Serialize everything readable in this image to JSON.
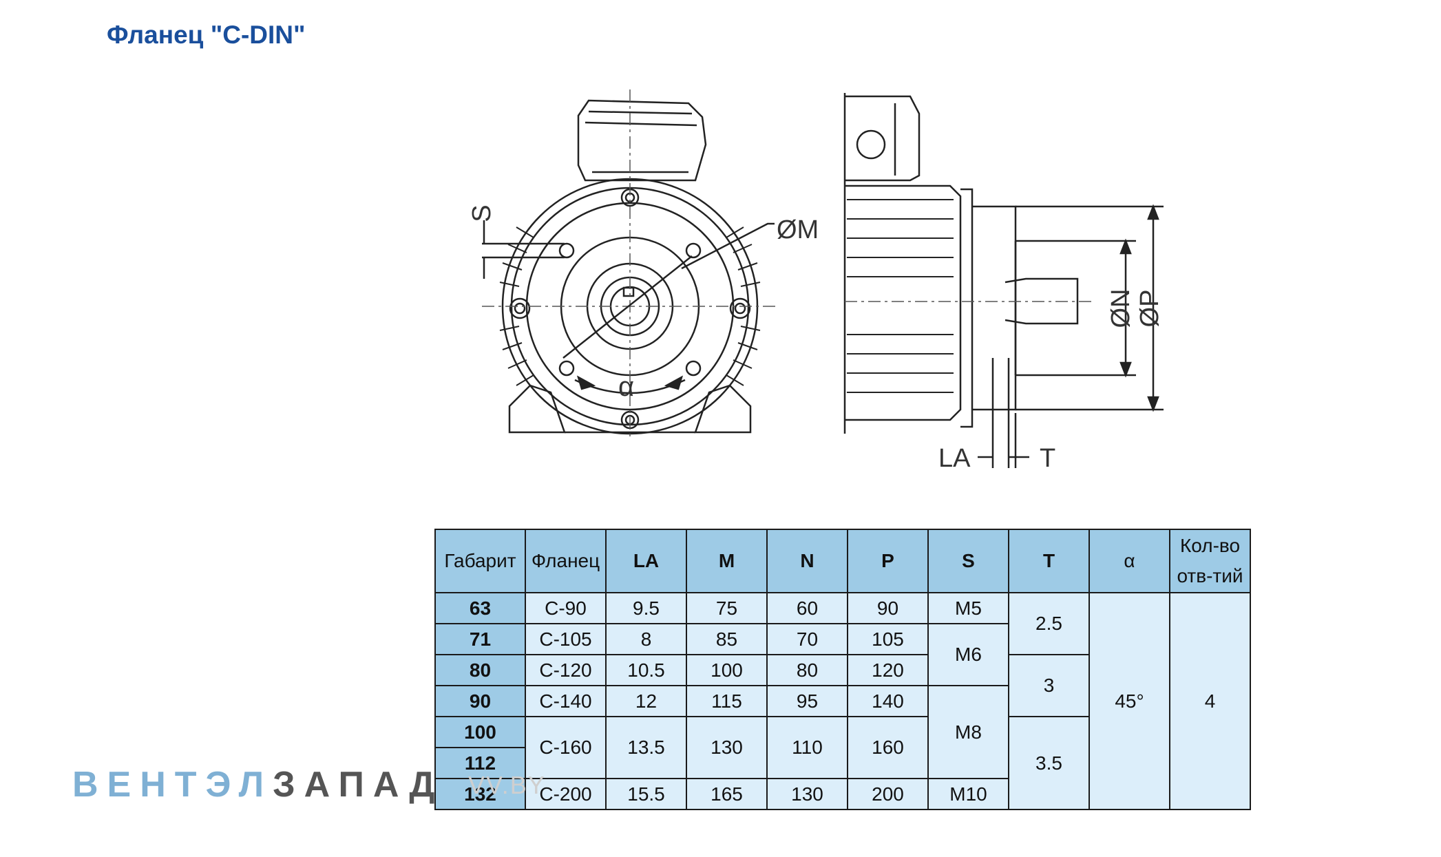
{
  "title": "Фланец \"C-DIN\"",
  "drawing_labels": {
    "s": "S",
    "m": "ØM",
    "alpha": "α",
    "n": "ØN",
    "p": "ØP",
    "la": "LA",
    "t": "T"
  },
  "table": {
    "headers": [
      "Габарит",
      "Фланец",
      "LA",
      "M",
      "N",
      "P",
      "S",
      "T",
      "α",
      "Кол-во отв-тий"
    ],
    "rows": [
      {
        "size": "63",
        "flange": "C-90",
        "la": "9.5",
        "m": "75",
        "n": "60",
        "p": "90",
        "s": "M5"
      },
      {
        "size": "71",
        "flange": "C-105",
        "la": "8",
        "m": "85",
        "n": "70",
        "p": "105"
      },
      {
        "size": "80",
        "flange": "C-120",
        "la": "10.5",
        "m": "100",
        "n": "80",
        "p": "120"
      },
      {
        "size": "90",
        "flange": "C-140",
        "la": "12",
        "m": "115",
        "n": "95",
        "p": "140"
      },
      {
        "size": "100",
        "flange": "C-160",
        "la": "13.5",
        "m": "130",
        "n": "110",
        "p": "160"
      },
      {
        "size": "112"
      },
      {
        "size": "132",
        "flange": "C-200",
        "la": "15.5",
        "m": "165",
        "n": "130",
        "p": "200",
        "s": "M10"
      }
    ],
    "s_m6": "M6",
    "s_m8": "M8",
    "t_values": [
      "2.5",
      "3",
      "3.5"
    ],
    "alpha": "45°",
    "holes": "4"
  },
  "watermark": {
    "part1": "ВЕНТЭЛ",
    "part2": "ЗАПАД",
    "url": "VV.BY"
  }
}
